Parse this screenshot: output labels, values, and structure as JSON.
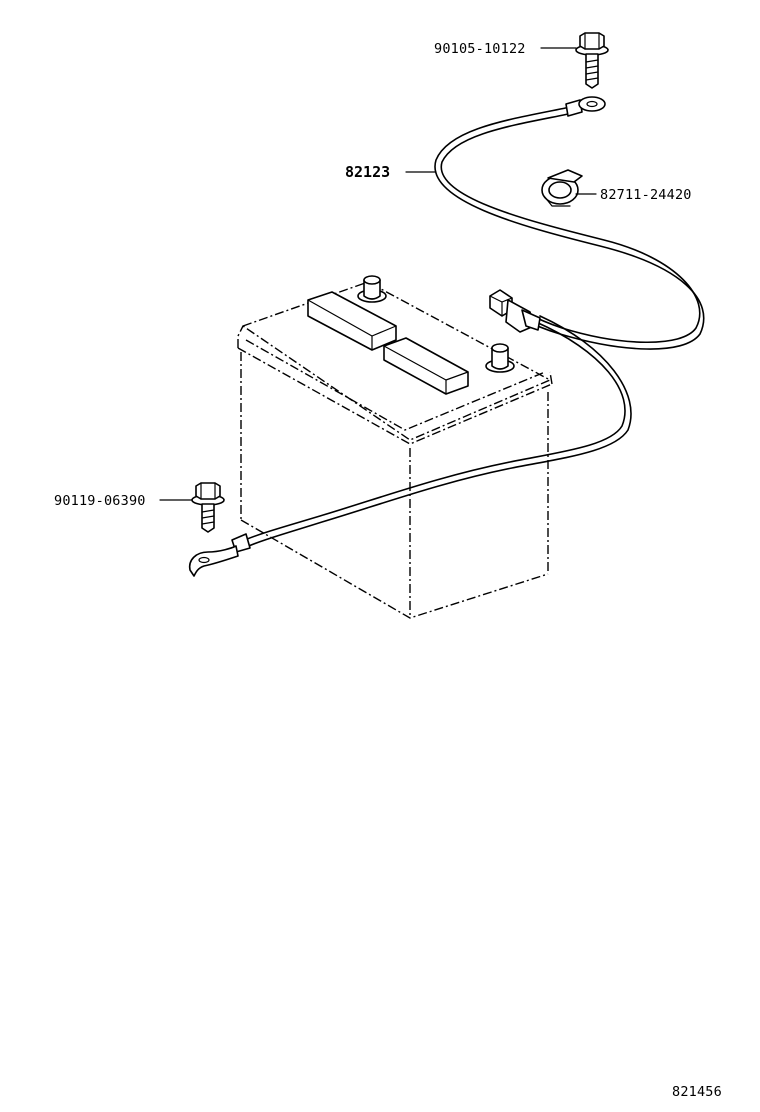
{
  "diagram": {
    "drawing_number": "821456",
    "parts": {
      "bolt_top": "90105-10122",
      "cable": "82123",
      "clamp": "82711-24420",
      "bolt_left": "90119-06390"
    }
  }
}
